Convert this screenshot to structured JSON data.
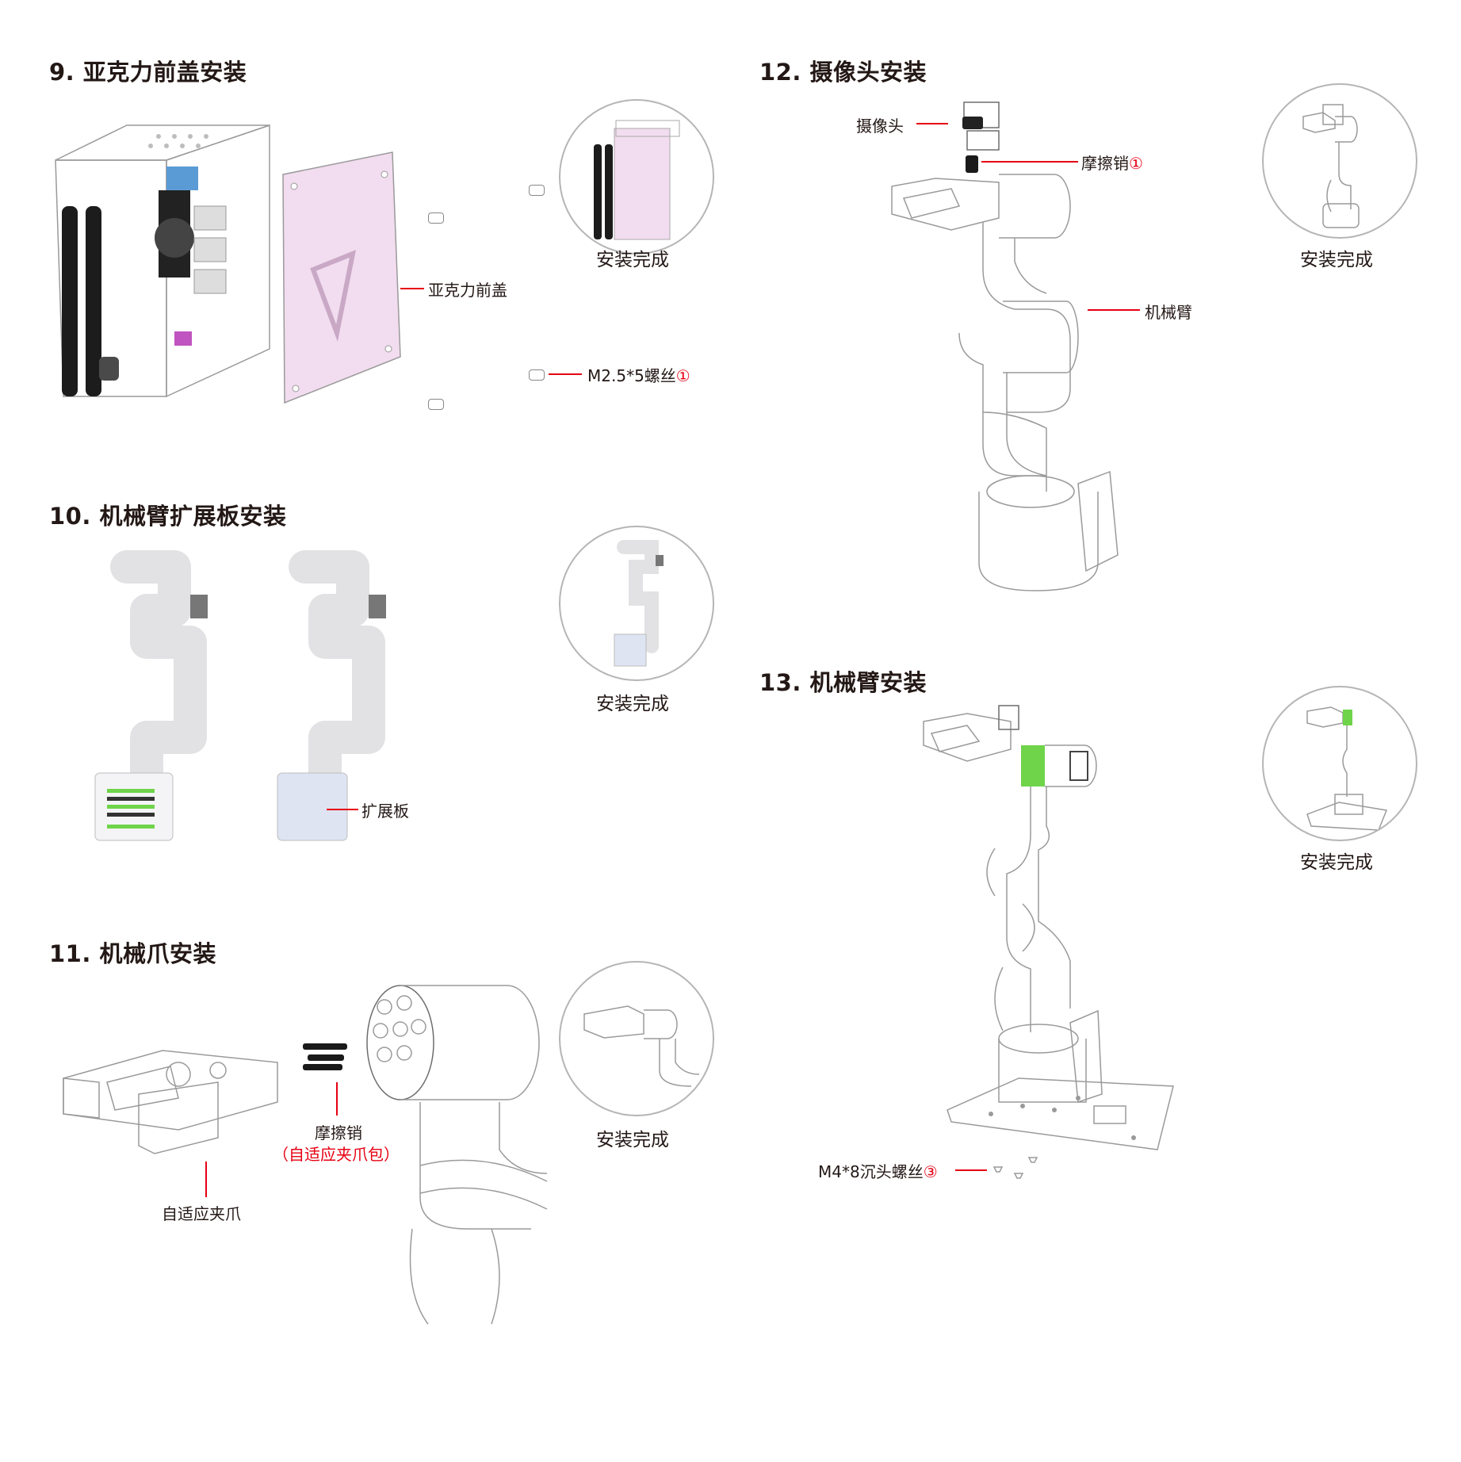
{
  "colors": {
    "accent_red": "#e60012",
    "acrylic_pink": "#f2dcef",
    "highlight_green": "#6fd44a",
    "arm_white": "#f4f4f6",
    "circle_border": "#b5b5b5"
  },
  "steps": {
    "s9": {
      "title": "9. 亚克力前盖安装",
      "labels": {
        "cover": "亚克力前盖",
        "screw": "M2.5*5螺丝",
        "screw_num": "①"
      },
      "done": "安装完成"
    },
    "s10": {
      "title": "10. 机械臂扩展板安装",
      "labels": {
        "board": "扩展板"
      },
      "done": "安装完成"
    },
    "s11": {
      "title": "11. 机械爪安装",
      "labels": {
        "gripper": "自适应夹爪",
        "pin": "摩擦销",
        "pin_pack": "（自适应夹爪包）"
      },
      "done": "安装完成"
    },
    "s12": {
      "title": "12. 摄像头安装",
      "labels": {
        "camera": "摄像头",
        "pin": "摩擦销",
        "pin_num": "①",
        "arm": "机械臂"
      },
      "done": "安装完成"
    },
    "s13": {
      "title": "13. 机械臂安装",
      "labels": {
        "screw": "M4*8沉头螺丝",
        "screw_num": "③"
      },
      "done": "安装完成"
    }
  }
}
